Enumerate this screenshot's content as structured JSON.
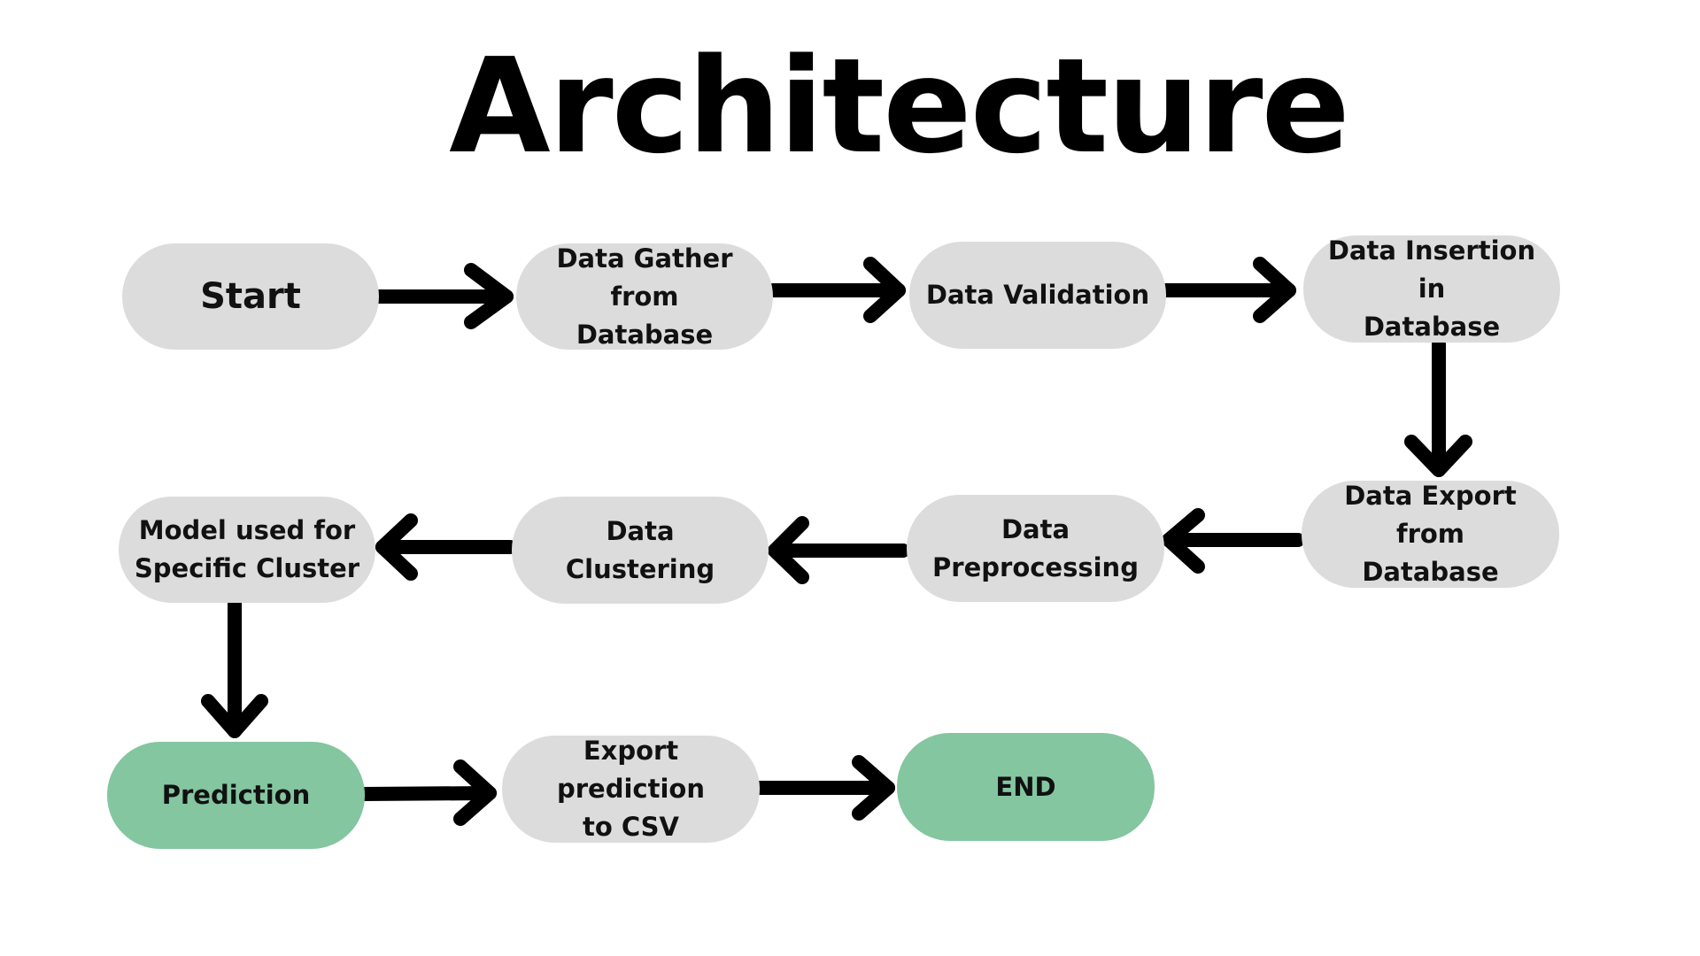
{
  "title": "Architecture",
  "colors": {
    "process_node": "#dcdcdc",
    "terminal_node": "#83c6a0",
    "arrow": "#000000",
    "text": "#111111"
  },
  "nodes": [
    {
      "id": "start",
      "label": "Start",
      "kind": "process"
    },
    {
      "id": "data-gather",
      "label": "Data Gather from\nDatabase",
      "kind": "process"
    },
    {
      "id": "data-validation",
      "label": "Data Validation",
      "kind": "process"
    },
    {
      "id": "data-insertion",
      "label": "Data Insertion in\nDatabase",
      "kind": "process"
    },
    {
      "id": "data-export",
      "label": "Data Export from\nDatabase",
      "kind": "process"
    },
    {
      "id": "data-preprocessing",
      "label": "Data\nPreprocessing",
      "kind": "process"
    },
    {
      "id": "data-clustering",
      "label": "Data\nClustering",
      "kind": "process"
    },
    {
      "id": "model-cluster",
      "label": "Model used for\nSpecific Cluster",
      "kind": "process"
    },
    {
      "id": "prediction",
      "label": "Prediction",
      "kind": "terminal"
    },
    {
      "id": "export-csv",
      "label": "Export prediction\nto CSV",
      "kind": "process"
    },
    {
      "id": "end",
      "label": "END",
      "kind": "terminal"
    }
  ],
  "edges": [
    {
      "from": "start",
      "to": "data-gather"
    },
    {
      "from": "data-gather",
      "to": "data-validation"
    },
    {
      "from": "data-validation",
      "to": "data-insertion"
    },
    {
      "from": "data-insertion",
      "to": "data-export"
    },
    {
      "from": "data-export",
      "to": "data-preprocessing"
    },
    {
      "from": "data-preprocessing",
      "to": "data-clustering"
    },
    {
      "from": "data-clustering",
      "to": "model-cluster"
    },
    {
      "from": "model-cluster",
      "to": "prediction"
    },
    {
      "from": "prediction",
      "to": "export-csv"
    },
    {
      "from": "export-csv",
      "to": "end"
    }
  ]
}
